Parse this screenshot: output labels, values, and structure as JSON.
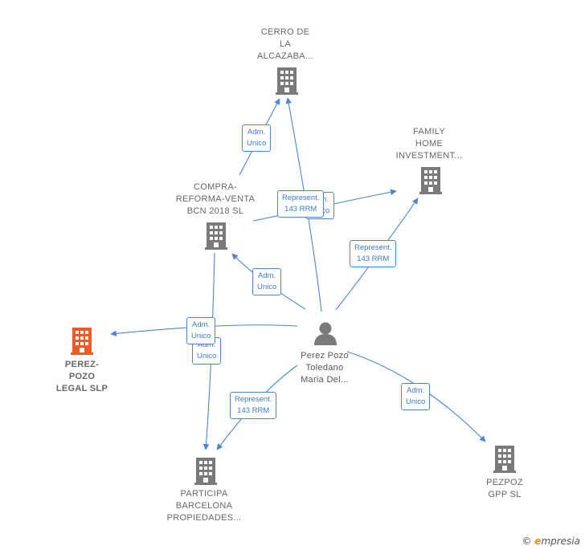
{
  "colors": {
    "edge": "#4a86d4",
    "company_icon": "#7a7a7a",
    "company_icon_highlight": "#f05a28",
    "person_icon": "#7a7a7a"
  },
  "nodes": {
    "cerro": {
      "label": "CERRO DE\nLA\nALCAZABA...",
      "icon": "building-icon"
    },
    "family": {
      "label": "FAMILY\nHOME\nINVESTMENT...",
      "icon": "building-icon"
    },
    "compra": {
      "label": "COMPRA-\nREFORMA-VENTA\nBCN 2018  SL",
      "icon": "building-icon"
    },
    "perez_pozo_legal": {
      "label": "PEREZ-\nPOZO\nLEGAL  SLP",
      "icon": "building-icon"
    },
    "person": {
      "label": "Perez Pozo\nToledano\nMaria Del...",
      "icon": "person-icon"
    },
    "participa": {
      "label": "PARTICIPA\nBARCELONA\nPROPIEDADES...",
      "icon": "building-icon"
    },
    "pezpoz": {
      "label": "PEZPOZ\nGPP  SL",
      "icon": "building-icon"
    }
  },
  "edge_labels": {
    "compra_cerro": "Adm.\nUnico",
    "person_compra_rep": "Represent.\n143 RRM",
    "compra_family_hidden": "Adm.\nUnico",
    "person_family": "Represent.\n143 RRM",
    "person_compra": "Adm.\nUnico",
    "person_legal": "Adm.\nUnico",
    "compra_participa": "Adm.\nUnico",
    "person_participa": "Represent.\n143 RRM",
    "person_pezpoz": "Adm.\nUnico"
  },
  "brand": {
    "copyright": "©",
    "e": "e",
    "rest": "mpresia"
  }
}
